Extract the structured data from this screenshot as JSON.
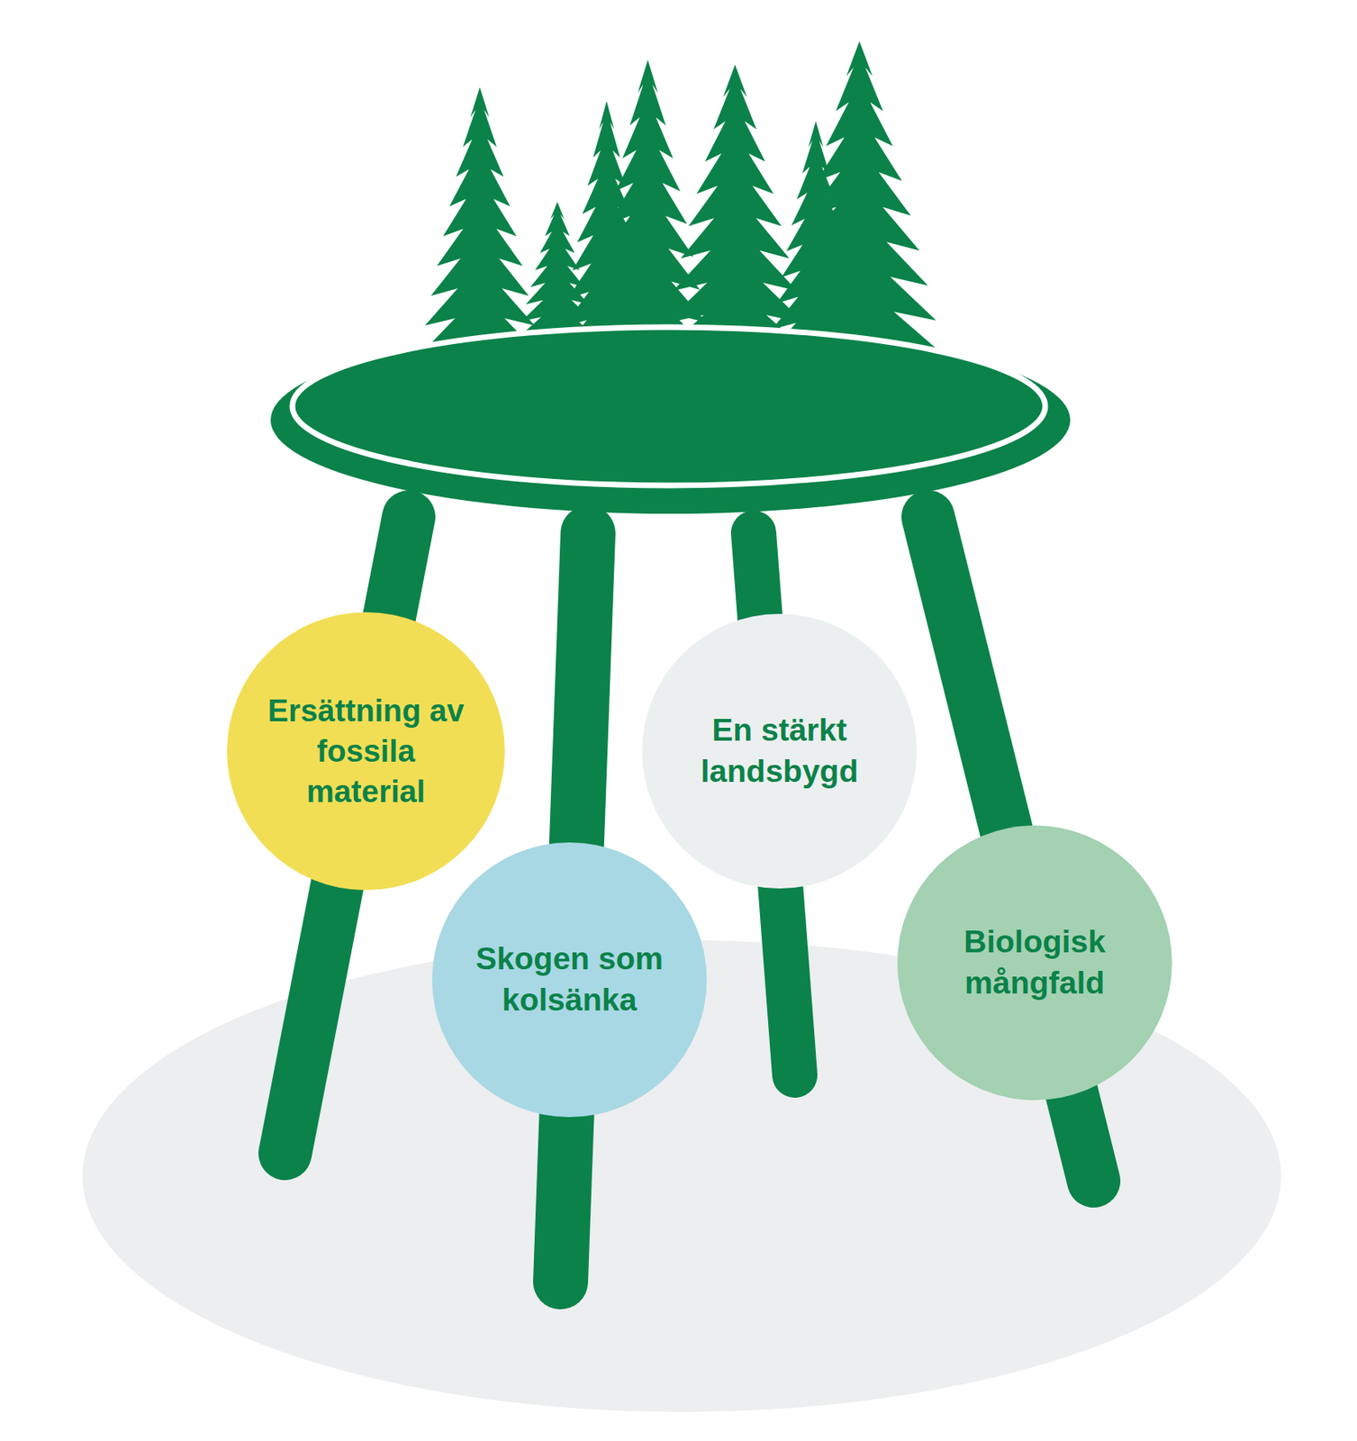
{
  "diagram": {
    "nodes": [
      {
        "text": [
          "Ersättning av fossila material"
        ]
      },
      {
        "text": [
          "En stärkt landsbygd"
        ]
      },
      {
        "text": [
          "Skogen som kolsänka"
        ]
      },
      {
        "text": [
          "Biologisk mångfald"
        ]
      }
    ]
  }
}
